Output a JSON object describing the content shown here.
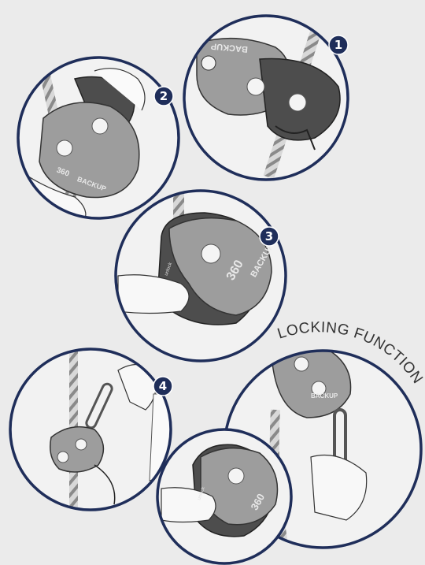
{
  "title": "LOCKING FUNCTION",
  "device_label": "BACKUP",
  "device_number": "360",
  "unlock_label": "unlock",
  "step_badges": [
    "1",
    "2",
    "3",
    "4"
  ],
  "colors": {
    "circle_border": "#1f2e5a",
    "badge_fill": "#1f2e5a",
    "device_dark": "#4a4a4a",
    "device_light": "#9a9a9a",
    "background": "#ebebeb"
  }
}
